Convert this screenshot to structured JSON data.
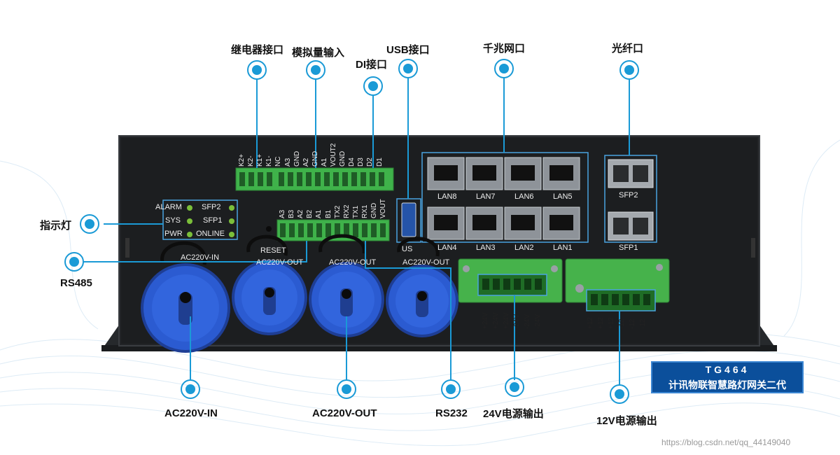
{
  "callouts": {
    "relay": "继电器接口",
    "analog": "模拟量输入",
    "di": "DI接口",
    "usb": "USB接口",
    "gigabit": "千兆网口",
    "fiber": "光纤口",
    "indicator": "指示灯",
    "rs485": "RS485",
    "ac_in": "AC220V-IN",
    "ac_out": "AC220V-OUT",
    "rs232": "RS232",
    "out24": "24V电源输出",
    "out12": "12V电源输出"
  },
  "top_terminal_pins": [
    "K2+",
    "K2-",
    "K1+",
    "K1-",
    "NC",
    "A3",
    "GND",
    "A2",
    "GND",
    "A1",
    "VOUT2",
    "GND",
    "D4",
    "D3",
    "D2",
    "D1"
  ],
  "mid_terminal_pins": [
    "A3",
    "B3",
    "A2",
    "B2",
    "A1",
    "B1",
    "TX2",
    "RX2",
    "TX1",
    "RX1",
    "GND",
    "VOUT"
  ],
  "leds": {
    "alarm": "ALARM",
    "sys": "SYS",
    "pwr": "PWR",
    "sfp2": "SFP2",
    "sfp1": "SFP1",
    "online": "ONLINE"
  },
  "lan_top": [
    "LAN8",
    "LAN7",
    "LAN6",
    "LAN5"
  ],
  "lan_bottom": [
    "LAN4",
    "LAN3",
    "LAN2",
    "LAN1"
  ],
  "sfp": {
    "top": "SFP2",
    "bottom": "SFP1"
  },
  "panel_text": {
    "reset": "RESET",
    "usb": "US",
    "ac_in": "AC220V-IN",
    "ac_out_1": "AC220V-OUT",
    "ac_out_2": "AC220V-OUT",
    "ac_out_3": "AC220V-OUT"
  },
  "pins_24v": [
    "+24V",
    "+24V",
    "+24V",
    "-24V",
    "-24V",
    "-24V"
  ],
  "pins_12v": [
    "+12",
    "+12",
    "+12",
    "-12",
    "-12",
    "-12"
  ],
  "badge": {
    "model": "TG464",
    "name": "计讯物联智慧路灯网关二代"
  },
  "watermark": "https://blog.csdn.net/qq_44149040",
  "colors": {
    "accent": "#1a9ad6",
    "device": "#1e2022",
    "terminal_green": "#3fb24a",
    "connector_blue": "#2b5bd1",
    "badge": "#0b4f9b"
  }
}
